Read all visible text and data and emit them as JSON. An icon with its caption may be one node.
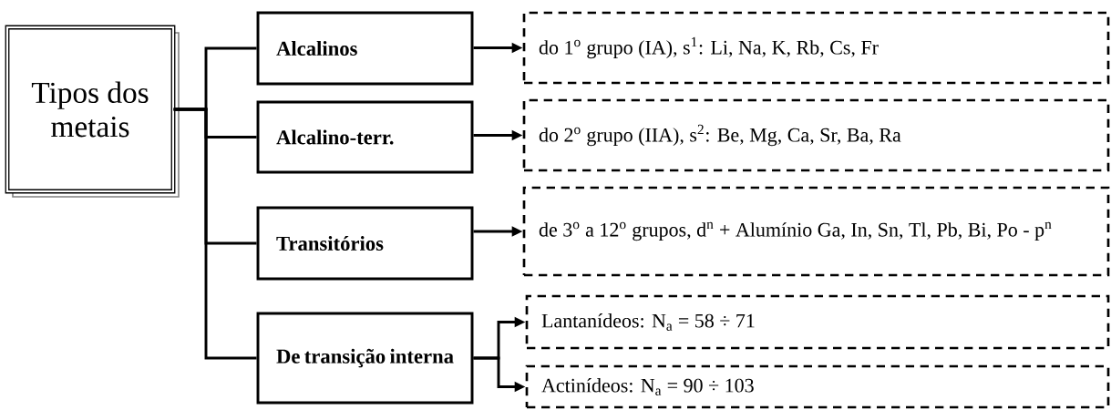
{
  "diagram": {
    "nodes": [
      {
        "text": [
          "Tipos dos metais"
        ]
      },
      {
        "text": [
          "Alcalinos"
        ]
      },
      {
        "text": [
          "Alcalino-terr."
        ]
      },
      {
        "text": [
          "Transitórios"
        ]
      },
      {
        "text": [
          "De transição interna"
        ]
      },
      {
        "text": [
          "do 1$^{o}$ grupo (IA), s$^{1}$: Li, Na, K, Rb, Cs, Fr"
        ]
      },
      {
        "text": [
          "do 2$^{o}$ grupo (IIA), s$^{2}$: Be, Mg, Ca, Sr, Ba, Ra"
        ]
      },
      {
        "text": [
          "de 3$^{o}$ a 12$^{o}$ grupos, d$^{n}$ + Alumínio Ga, In, Sn, Tl, Pb, Bi, Po - p$^{n}$"
        ]
      },
      {
        "text": [
          "Lantanídeos: N$_{a}$ = 58 ÷ 71"
        ]
      },
      {
        "text": [
          "Actinídeos: N$_{a}$ = 90 ÷ 103"
        ]
      }
    ],
    "edges": [
      {
        "from": 0,
        "to": 1,
        "arrow": "none"
      },
      {
        "from": 0,
        "to": 2,
        "arrow": "none"
      },
      {
        "from": 0,
        "to": 3,
        "arrow": "none"
      },
      {
        "from": 0,
        "to": 4,
        "arrow": "none"
      },
      {
        "from": 1,
        "to": 5,
        "arrow": "to"
      },
      {
        "from": 2,
        "to": 6,
        "arrow": "to"
      },
      {
        "from": 3,
        "to": 7,
        "arrow": "to"
      },
      {
        "from": 4,
        "to": 8,
        "arrow": "to"
      },
      {
        "from": 4,
        "to": 9,
        "arrow": "to"
      }
    ]
  }
}
